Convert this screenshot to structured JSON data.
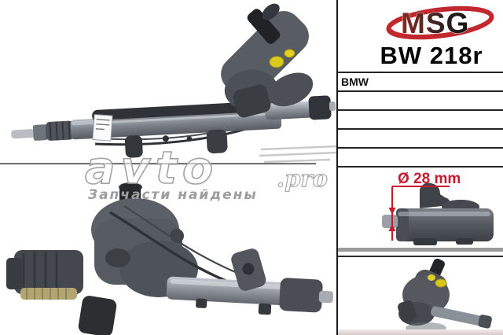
{
  "brand": {
    "name": "MSG",
    "logo_red": "#c1272d",
    "logo_black": "#1b1414"
  },
  "part": {
    "number": "BW 218r"
  },
  "table": {
    "rows": [
      "BMW",
      "",
      "",
      "",
      ""
    ]
  },
  "diagram": {
    "dimension_label": "Ø 28 mm",
    "dimension_color": "#c51a30",
    "subject": "steering-rack-pinion-housing-diameter"
  },
  "watermark": {
    "logo": "avto",
    "suffix": ".pro",
    "tagline": "Запчасти найдены"
  },
  "photos": {
    "main_top": "steering-rack-full-side-view",
    "main_bottom": "steering-rack-valve-housing-closeup",
    "thumbnail": "steering-rack-angled-small-view"
  }
}
